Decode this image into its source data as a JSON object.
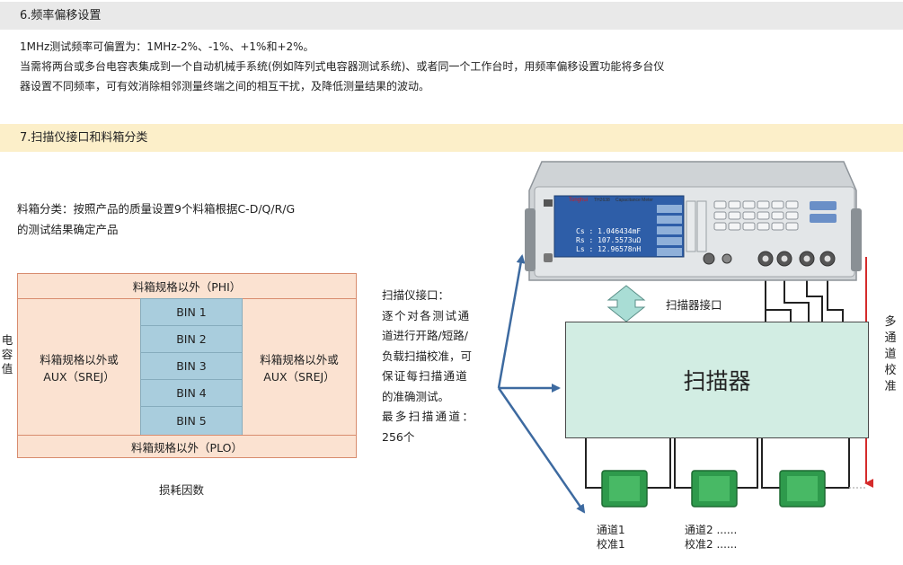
{
  "section6": {
    "title": "6.频率偏移设置",
    "line1": "1MHz测试频率可偏置为：1MHz-2%、-1%、+1%和+2%。",
    "line2": "当需将两台或多台电容表集成到一个自动机械手系统(例如阵列式电容器测试系统)、或者同一个工作台时，用频率偏移设置功能将多台仪",
    "line3": "器设置不同频率，可有效消除相邻测量终端之间的相互干扰，及降低测量结果的波动。"
  },
  "section7": {
    "title": "7.扫描仪接口和料箱分类"
  },
  "binning": {
    "desc_line1": "料箱分类：按照产品的质量设置9个料箱根据C-D/Q/R/G",
    "desc_line2": "的测试结果确定产品",
    "top_row": "料箱规格以外（PHI）",
    "bottom_row": "料箱规格以外（PLO）",
    "left_col": [
      "料箱规格以外或",
      "AUX（SREJ）"
    ],
    "right_col": [
      "料箱规格以外或",
      "AUX（SREJ）"
    ],
    "bins": [
      "BIN 1",
      "BIN 2",
      "BIN 3",
      "BIN 4",
      "BIN 5"
    ],
    "y_axis_chars": [
      "电",
      "容",
      "值"
    ],
    "x_axis_label": "损耗因数"
  },
  "scanner_interface": {
    "lines": [
      "扫描仪接口：",
      "逐个对各测试通",
      "道进行开路/短路/",
      "负载扫描校准，可",
      "保证每扫描通道",
      "的准确测试。",
      "最多扫描通道：",
      "256个"
    ]
  },
  "diagram": {
    "scanner_port_label": "扫描器接口",
    "scanner_label": "扫描器",
    "multi_channel_chars": [
      "多",
      "通",
      "道",
      "校",
      "准"
    ],
    "channels": [
      {
        "line1": "通道1",
        "line2": "校准1"
      },
      {
        "line1": "通道2 ......",
        "line2": "校准2 ......"
      }
    ],
    "meter": {
      "brand": "Tonghui",
      "model": "TH2638",
      "name": "Capacitance Meter",
      "readings": [
        "Cs :  1.046434mF",
        "Rs :  107.5573uΩ",
        "Ls :  12.96578nH"
      ]
    }
  },
  "colors": {
    "peach": "#fbe2d1",
    "bin_blue": "#a9cddd",
    "scanner_fill": "#d2ede3",
    "arrow_blue": "#3d6aa0",
    "red_line": "#d52b2b",
    "cyan_arrow": "#a9ddd5"
  }
}
